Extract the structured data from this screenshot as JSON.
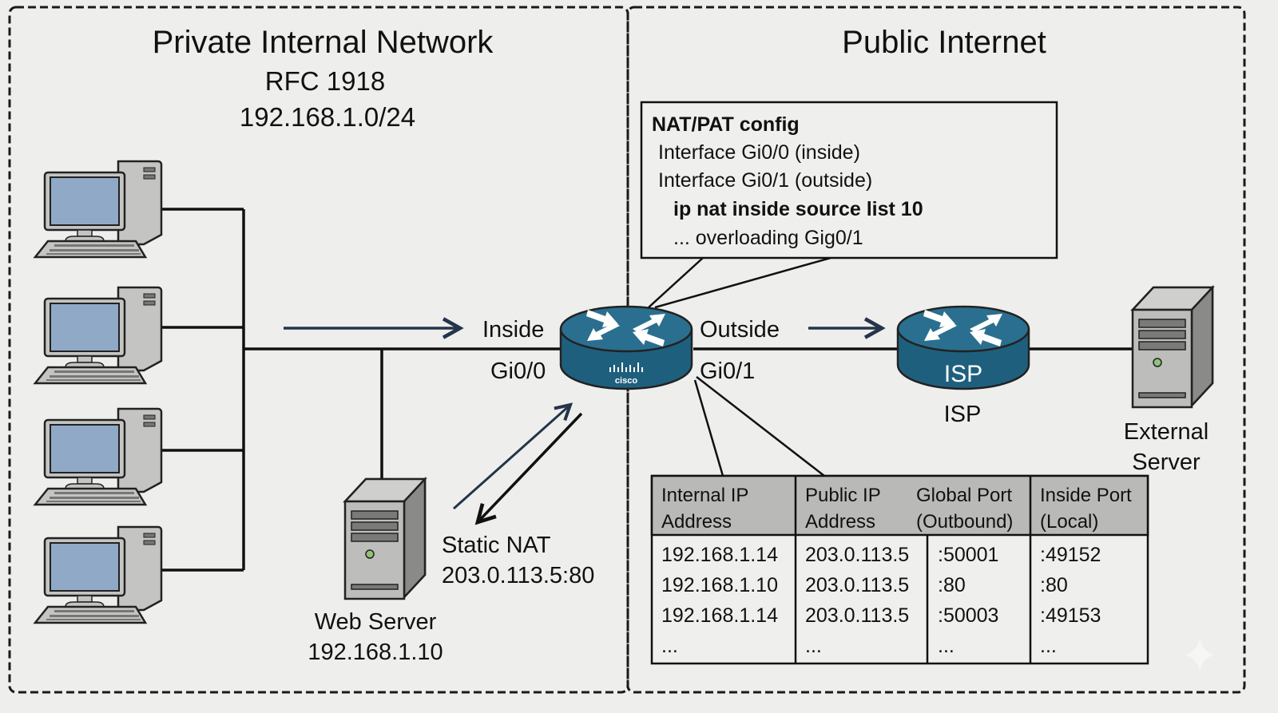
{
  "zones": {
    "private": {
      "title": "Private Internal Network",
      "subtitle": "RFC 1918",
      "subnet": "192.168.1.0/24"
    },
    "public": {
      "title": "Public Internet"
    }
  },
  "router": {
    "brand": "cisco",
    "inside_label": "Inside",
    "inside_iface": "Gi0/0",
    "outside_label": "Outside",
    "outside_iface": "Gi0/1"
  },
  "isp": {
    "badge": "ISP",
    "label": "ISP"
  },
  "external_server": {
    "label_line1": "External",
    "label_line2": "Server"
  },
  "web_server": {
    "label": "Web Server",
    "ip": "192.168.1.10"
  },
  "static_nat": {
    "label": "Static NAT",
    "mapping": "203.0.113.5:80"
  },
  "nat_config": {
    "heading": "NAT/PAT config",
    "lines": [
      {
        "text": "Interface Gi0/0 (inside)",
        "bold": false
      },
      {
        "text": "Interface Gi0/1 (outside)",
        "bold": false
      },
      {
        "text": "ip nat inside source list 10",
        "bold": true
      },
      {
        "text": "... overloading Gig0/1",
        "bold": false
      }
    ]
  },
  "nat_table": {
    "headers": [
      [
        "Internal IP",
        "Address"
      ],
      [
        "Public IP",
        "Address"
      ],
      [
        "Global Port",
        "(Outbound)"
      ],
      [
        "Inside Port",
        "(Local)"
      ]
    ],
    "rows": [
      [
        "192.168.1.14",
        "203.0.113.5",
        ":50001",
        ":49152"
      ],
      [
        "192.168.1.10",
        "203.0.113.5",
        ":80",
        ":80"
      ],
      [
        "192.168.1.14",
        "203.0.113.5",
        ":50003",
        ":49153"
      ],
      [
        "...",
        "...",
        "...",
        "..."
      ]
    ]
  },
  "hosts": [
    "pc-1",
    "pc-2",
    "pc-3",
    "pc-4"
  ],
  "colors": {
    "router_blue": "#1f5f7e",
    "router_top": "#2a6f8f",
    "screen_blue": "#8fa9c6",
    "arrow_navy": "#24344a",
    "table_header": "#b9b9b7",
    "background": "#eeeeec"
  }
}
